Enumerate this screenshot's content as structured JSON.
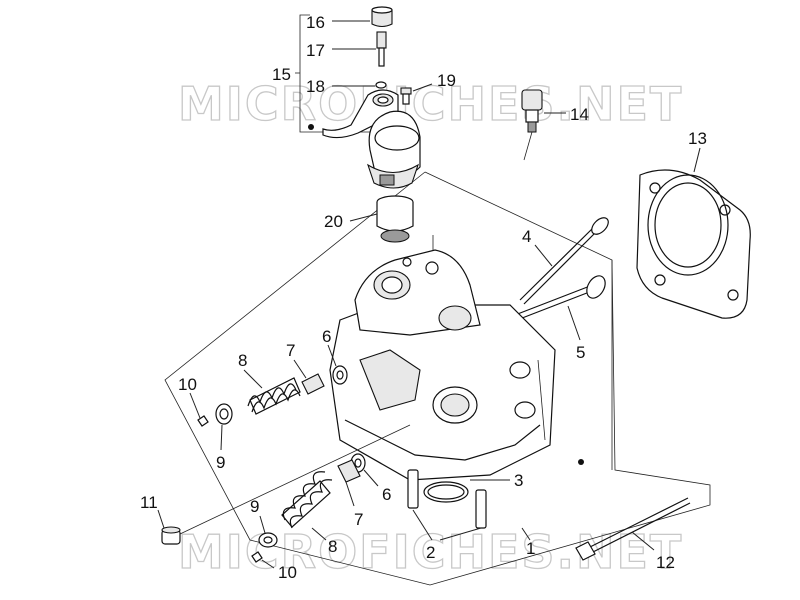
{
  "diagram": {
    "watermark_text": "MICROFICHES.NET",
    "labels": [
      "16",
      "17",
      "15",
      "18",
      "19",
      "14",
      "13",
      "20",
      "4",
      "5",
      "7",
      "6",
      "8",
      "10",
      "9",
      "11",
      "3",
      "6",
      "7",
      "9",
      "8",
      "2",
      "1",
      "12",
      "10"
    ],
    "colors": {
      "line": "#111111",
      "label": "#111111",
      "watermark": "#c8c8c8",
      "background": "#ffffff"
    }
  }
}
